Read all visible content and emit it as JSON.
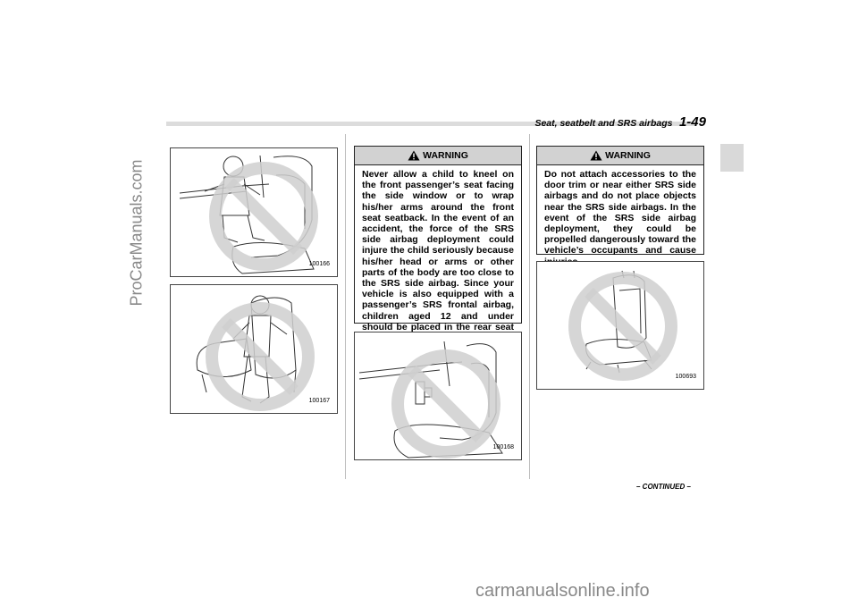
{
  "header": {
    "section_title": "Seat, seatbelt and SRS airbags",
    "page_number": "1-49"
  },
  "figures": {
    "fig1_code": "100166",
    "fig2_code": "100167",
    "fig3_code": "100168",
    "fig4_code": "100693"
  },
  "warnings": [
    {
      "title": "WARNING",
      "text": "Never allow a child to kneel on the front passenger’s seat facing the side window or to wrap his/her arms around the front seat seatback. In the event of an accident, the force of the SRS side airbag deployment could injure the child seriously because his/her head or arms or other parts of the body are too close to the SRS side airbag. Since your vehicle is also equipped with a passenger’s SRS frontal airbag, children aged 12 and under should be placed in the rear seat anyway and should be properly restrained at all times."
    },
    {
      "title": "WARNING",
      "text": "Do not attach accessories to the door trim or near either SRS side airbags and do not place objects near the SRS side airbags. In the event of the SRS side airbag deployment, they could be propelled dangerously toward the vehicle’s occupants and cause injuries."
    }
  ],
  "footer": {
    "continued": "– CONTINUED –"
  },
  "watermarks": {
    "left": "ProCarManuals.com",
    "bottom": "carmanualsonline.info"
  },
  "colors": {
    "prohibition_sign": "#cfcfcf",
    "warning_bar": "#d2d2d2",
    "side_tab": "#d9d9d9"
  }
}
